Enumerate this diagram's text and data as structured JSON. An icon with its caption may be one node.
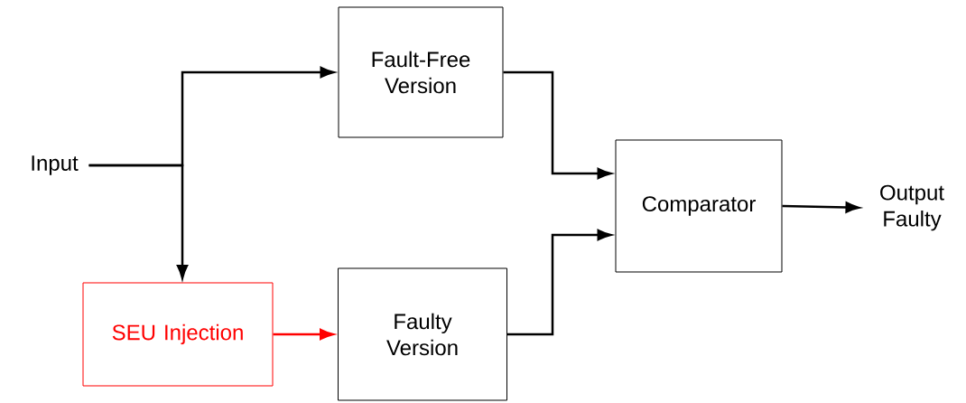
{
  "diagram": {
    "nodes": [
      {
        "text": [
          "Input"
        ]
      },
      {
        "text": [
          "Fault-Free Version"
        ]
      },
      {
        "text": [
          "SEU Injection"
        ]
      },
      {
        "text": [
          "Faulty Version"
        ]
      },
      {
        "text": [
          "Comparator"
        ]
      },
      {
        "text": [
          "Output Faulty"
        ]
      }
    ],
    "edges": [
      {
        "from": 0,
        "to": 1,
        "arrow": "to"
      },
      {
        "from": 0,
        "to": 2,
        "arrow": "to"
      },
      {
        "from": 2,
        "to": 3,
        "arrow": "to",
        "color": "#ff0000"
      },
      {
        "from": 1,
        "to": 4,
        "arrow": "to"
      },
      {
        "from": 3,
        "to": 4,
        "arrow": "to"
      },
      {
        "from": 4,
        "to": 5,
        "arrow": "to"
      }
    ]
  }
}
